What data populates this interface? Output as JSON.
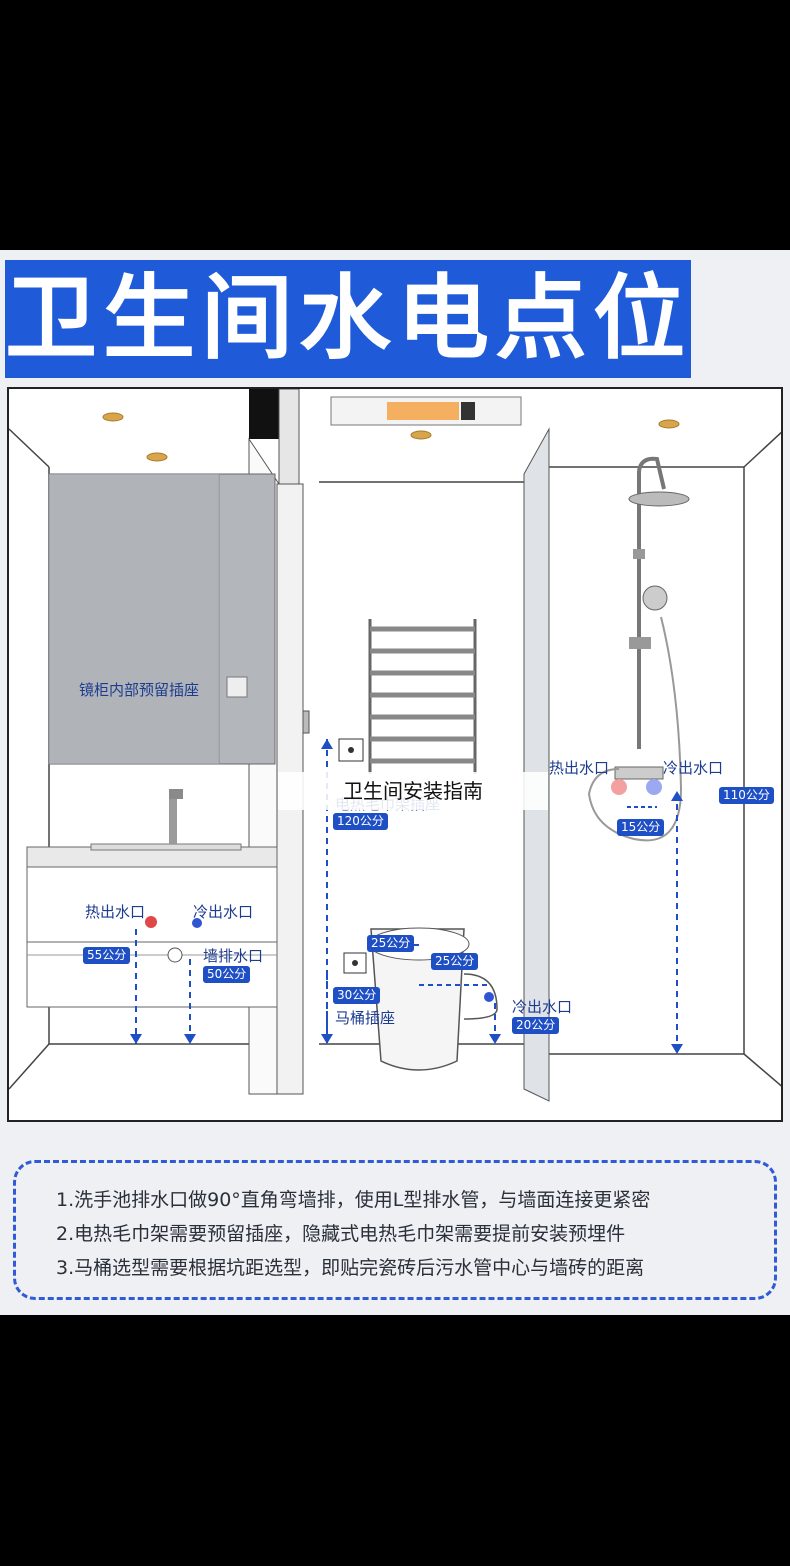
{
  "title": "卫生间水电点位",
  "caption": "卫生间安装指南",
  "labels": {
    "mirror_socket": "镜柜内部预留插座",
    "sink_hot": "热出水口",
    "sink_cold": "冷出水口",
    "sink_drain": "墙排水口",
    "towel_rack_socket": "电热毛巾架插座",
    "toilet_socket": "马桶插座",
    "toilet_cold": "冷出水口",
    "shower_hot": "热出水口",
    "shower_cold": "冷出水口"
  },
  "dimensions": {
    "sink_hot_height": "55公分",
    "sink_drain_height": "50公分",
    "towel_socket_height": "120公分",
    "toilet_socket_height": "30公分",
    "toilet_top_width": "25公分",
    "toilet_side_offset": "25公分",
    "toilet_cold_height": "20公分",
    "shower_spacing": "15公分",
    "shower_height": "110公分"
  },
  "notes": [
    "1.洗手池排水口做90°直角弯墙排，使用L型排水管，与墙面连接更紧密",
    "2.电热毛巾架需要预留插座，隐藏式电热毛巾架需要提前安装预埋件",
    "3.马桶选型需要根据坑距选型，即贴完瓷砖后污水管中心与墙砖的距离"
  ],
  "colors": {
    "banner": "#1f5bd8",
    "label": "#1d3c8f",
    "dimension": "#1e4fc4",
    "hot": "#e04848",
    "cold": "#2f55d4"
  }
}
